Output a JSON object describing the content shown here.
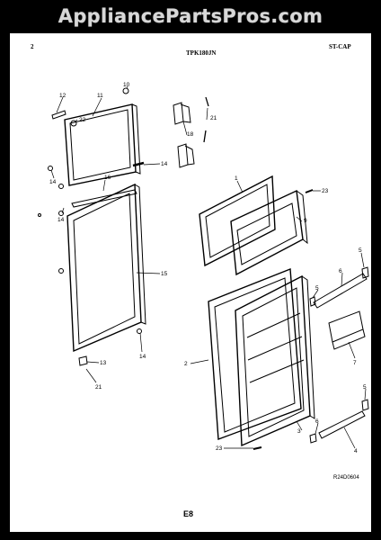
{
  "watermark": "AppliancePartsPros.com",
  "header": {
    "page_num": "2",
    "model": "TPK180JN",
    "section": "ST-CAP"
  },
  "callouts": [
    "12",
    "11",
    "10",
    "22",
    "18",
    "21",
    "14",
    "16",
    "14",
    "14",
    "15",
    "14",
    "13",
    "21",
    "1",
    "23",
    "9",
    "5",
    "6",
    "5",
    "2",
    "7",
    "5",
    "3",
    "6",
    "4",
    "23"
  ],
  "drawing_code": "R24D0604",
  "page_label": "E8"
}
